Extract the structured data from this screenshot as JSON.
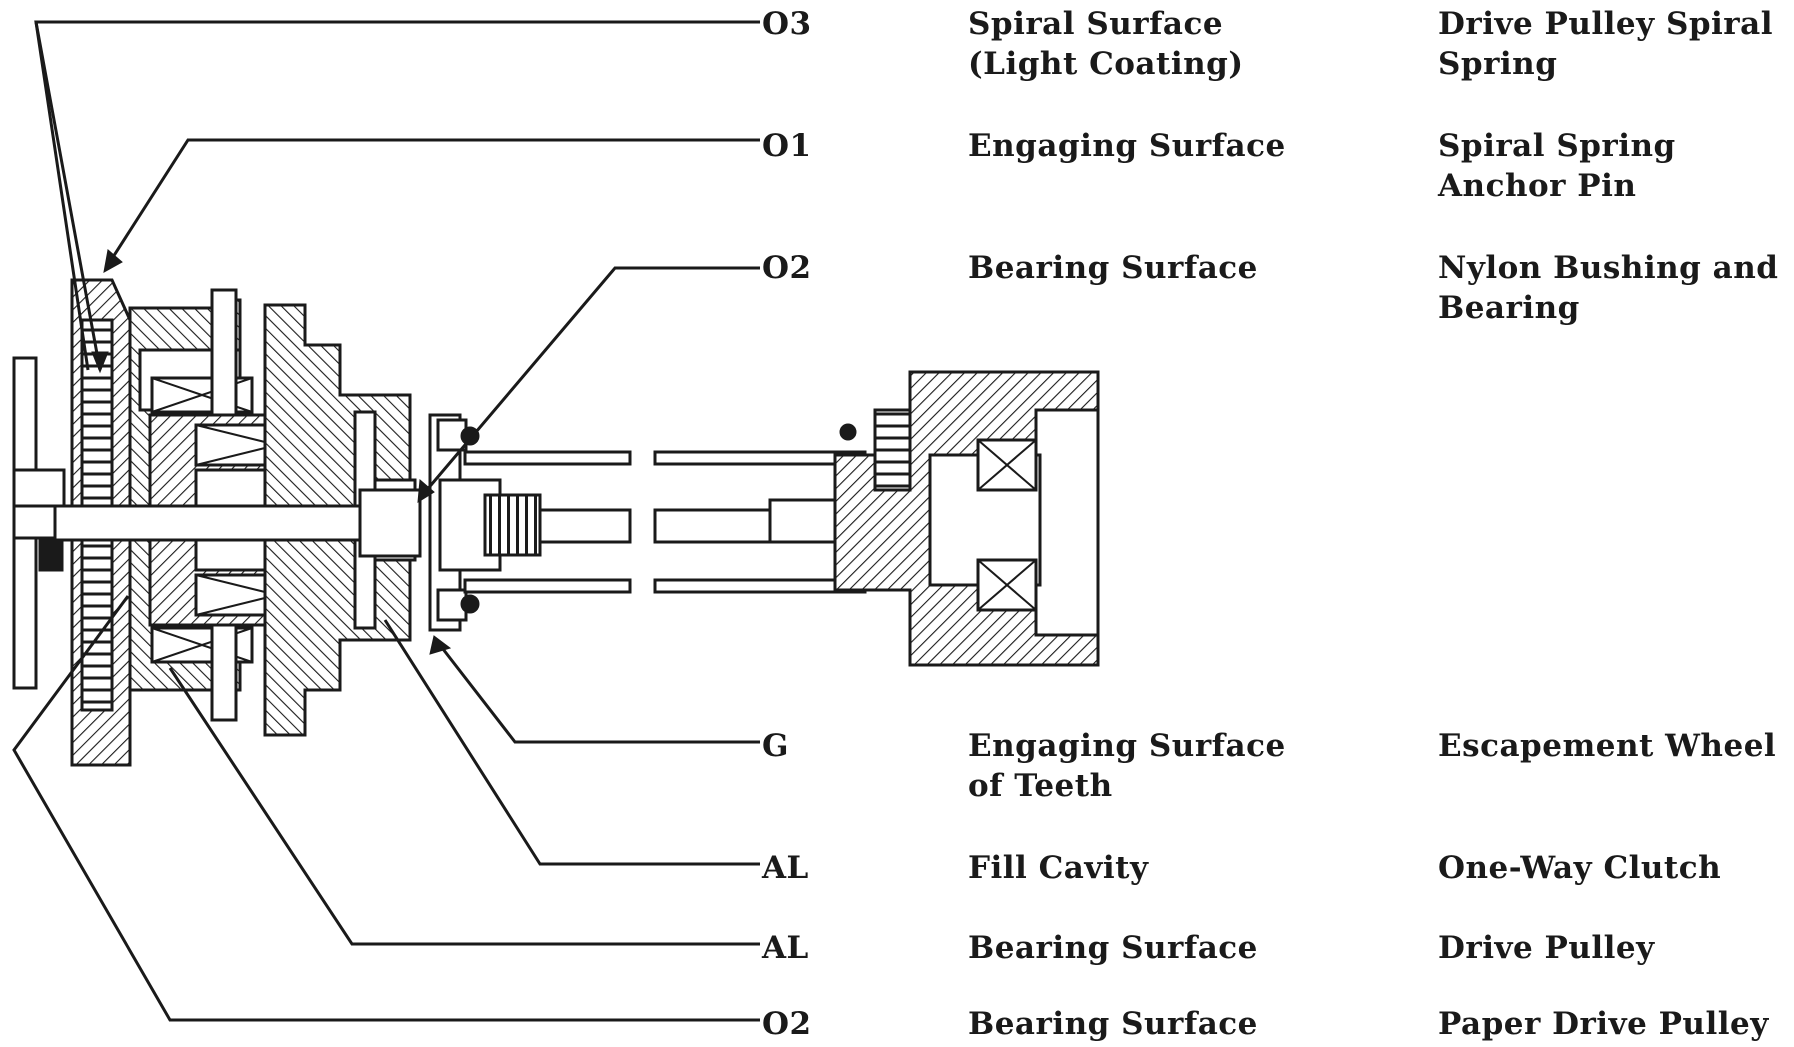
{
  "callouts": [
    {
      "code": "O3",
      "surface": "Spiral Surface\n(Light Coating)",
      "component": "Drive Pulley Spiral\nSpring"
    },
    {
      "code": "O1",
      "surface": "Engaging Surface",
      "component": "Spiral Spring\nAnchor Pin"
    },
    {
      "code": "O2",
      "surface": "Bearing Surface",
      "component": "Nylon Bushing and\nBearing"
    },
    {
      "code": "G",
      "surface": "Engaging Surface\nof Teeth",
      "component": "Escapement Wheel"
    },
    {
      "code": "AL",
      "surface": "Fill Cavity",
      "component": "One-Way Clutch"
    },
    {
      "code": "AL",
      "surface": "Bearing Surface",
      "component": "Drive Pulley"
    },
    {
      "code": "O2",
      "surface": "Bearing Surface",
      "component": "Paper Drive Pulley"
    }
  ],
  "colors": {
    "ink": "#1a1a1a",
    "background": "#ffffff"
  }
}
